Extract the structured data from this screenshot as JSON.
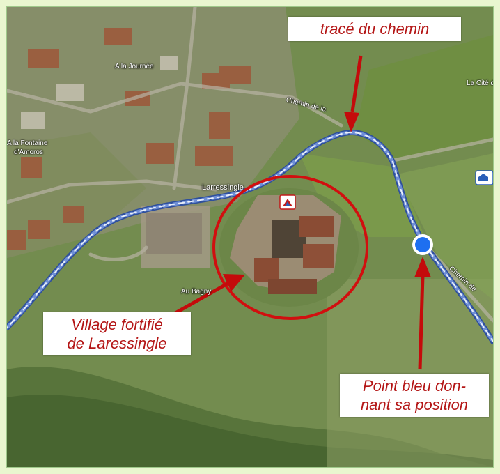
{
  "callouts": {
    "trace_path": "tracé du chemin",
    "village_line1": "Village fortifié",
    "village_line2": "de Laressingle",
    "blue_point_line1": "Point bleu don-",
    "blue_point_line2": "nant sa position"
  },
  "map_labels": {
    "place": "Larressingle",
    "road_top": "A la Journée",
    "road_left1": "A la Fontaine",
    "road_left2": "d'Amoros",
    "road_right": "Chemin de la",
    "lieu_bagny": "Au Bagny",
    "lieu_cite": "La Cité des",
    "road_lower_right": "Chemin de"
  },
  "colors": {
    "callout_text": "#b41616",
    "arrow": "#c40b0b",
    "route": "#6f8fd6",
    "location_dot": "#1e6ff0",
    "highlight_circle": "#d10f0f",
    "page_background": "#e9f6cf"
  },
  "icons": {
    "location": "blue-location-dot",
    "poi_castle": "castle-poi-icon",
    "poi_lodging": "lodging-poi-icon"
  }
}
